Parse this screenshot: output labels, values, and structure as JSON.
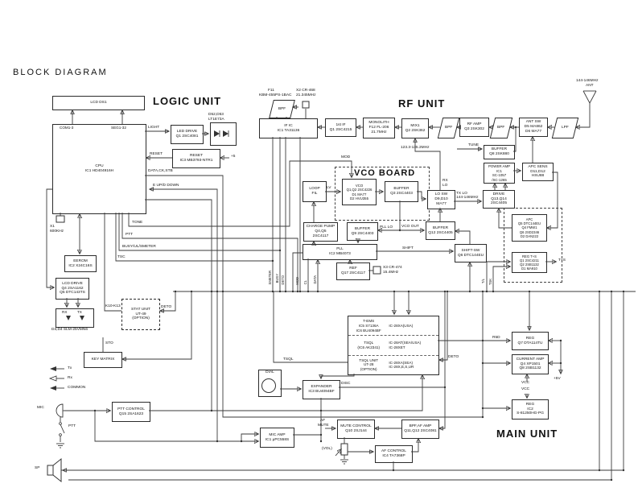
{
  "title": "BLOCK DIAGRAM",
  "sections": {
    "logic": "LOGIC UNIT",
    "rf": "RF UNIT",
    "vco": "VCO BOARD",
    "main": "MAIN UNIT"
  },
  "blocks": {
    "lcd": {
      "t": "LCD DS1"
    },
    "cpu": {
      "t": "CPU",
      "s": "IC1 HD404916H",
      "com": "COM1-3",
      "seg": "SEG1-32"
    },
    "led_drive": {
      "t": "LED DRIVE",
      "s": "Q1 2SC4081"
    },
    "reset": {
      "t": "RESET",
      "s": "IC3 MB3793-NTR1"
    },
    "eerom": {
      "t": "EEROM",
      "s": "IC2 X24C16S"
    },
    "lcd_drive": {
      "t": "LCD DRIVE",
      "s": "Q4 2SA1162",
      "s2": "Q5 DTC143TS"
    },
    "rxtx": {
      "rx": "RX",
      "tx": "TX",
      "cap": "D3,D4 SLM-25VMN6"
    },
    "key_matrix": {
      "t": "KEY MATRIX"
    },
    "stat": {
      "t": "STAT UNIT",
      "s": "UT-49",
      "s2": "(OPTION)"
    },
    "ptt_ctl": {
      "t": "PTT CONTROL",
      "s": "Q15 2SA1623"
    },
    "bpf1": {
      "t": "BPF"
    },
    "bpf2": {
      "t": "BPF"
    },
    "bpf3": {
      "t": "BPF"
    },
    "lpf": {
      "t": "LPF"
    },
    "if_ic": {
      "t": "IF IC",
      "s": "IC1 TA31136"
    },
    "first_if": {
      "t": "1st IF",
      "s": "Q1 2SC4215"
    },
    "monolith": {
      "t": "MONOLITH",
      "s": "F12 FL-206",
      "s2": "21.7MHz"
    },
    "mix1": {
      "t": "MIX1",
      "s": "Q2 2SK362"
    },
    "rf_amp": {
      "t": "RF AMP",
      "s": "Q3 2SK302"
    },
    "ant_sw": {
      "t": "ANT SW",
      "s": "D5 MA862",
      "s2": "D6 MA77"
    },
    "buf_q8": {
      "t": "BUFFER",
      "s": "Q8 2SK880"
    },
    "power_amp": {
      "t": "POWER AMP",
      "s": "IC1",
      "s2": "SC-1057",
      "s3": "/SC-1265"
    },
    "apc_sens": {
      "t": "APC SENS",
      "s": "D11,D12",
      "s2": "HSU88"
    },
    "drive": {
      "t": "DRIVE",
      "s": "Q13,Q14",
      "s2": "2SC4405"
    },
    "apc": {
      "t": "APC",
      "s": "Q5 DTC144EU",
      "s2": "Q4 FMW1",
      "s3": "Q6 2SD2346",
      "s4": "D2 DAN222"
    },
    "reg_ts": {
      "t": "REG T+S",
      "s": "Q1 2SC4211",
      "s2": "Q2 2SB1132",
      "s3": "D1 MA910"
    },
    "loop_fil": {
      "t": "LOOP",
      "s": "FIL"
    },
    "vco": {
      "t": "VCO",
      "s": "Q1,Q2 2SC4226",
      "s2": "D1 MA77",
      "s3": "D2 HVU355"
    },
    "buf_q3": {
      "t": "BUFFER",
      "s": "Q3 2SC4403"
    },
    "lo_sw": {
      "t": "LO SW",
      "s": "D9,D10",
      "s2": "MA77"
    },
    "charge_pump": {
      "t": "CHARGE PUMP",
      "s": "Q4,Q5",
      "s2": "2SC4117"
    },
    "buf_q9": {
      "t": "BUFFER",
      "s": "Q9 2SC4403"
    },
    "buf_q12": {
      "t": "BUFFER",
      "s": "Q12 2SC4405"
    },
    "pll": {
      "t": "PLL",
      "s": "IC2 MB4073"
    },
    "ref": {
      "t": "REF",
      "s": "Q17 2SC4117"
    },
    "x3": {
      "a": "X3 CR-474",
      "b": "15.4MHz"
    },
    "shift_sw": {
      "t": "SHIFT-SW",
      "s": "Q6 DTC144EU"
    },
    "tems": {
      "r1l1": "T-EMS",
      "r1l2": "IC5 S7136A",
      "r1l3": "IC6 BU4094BF",
      "r1r": "IC-28XA(USA)",
      "r2l1": "TSQL",
      "r2l2": "(IC6 AK2341)",
      "r2r1": "IC-28AT(SEA/USA)",
      "r2r2": "IC-28XET",
      "r3l1": "TSQL UNIT",
      "r3l2": "UT-28",
      "r3l3": "(OPTION)",
      "r3r1": "IC-28XA(SEA)",
      "r3r2": "IC-28X,E,S,UR"
    },
    "expander": {
      "t": "EXPANDER",
      "s": "IC3 BU4094BF"
    },
    "mic_amp": {
      "t": "MIC AMP",
      "s": "IC1 μPC558S"
    },
    "mute_ctl": {
      "t": "MUTE CONTROL",
      "s": "Q10 2SJ144"
    },
    "bpf_af": {
      "t": "BPF,AF AMP",
      "s": "Q11,Q12 2SC4081"
    },
    "af_ctl": {
      "t": "AF CONTROL",
      "s": "IC4 TA7368P"
    },
    "reg_q7": {
      "t": "REG",
      "s": "Q7 DTA114TU"
    },
    "cur_amp": {
      "t": "CURRENT AMP",
      "s": "Q4 XP1501",
      "s2": "Q8 2SB1132"
    },
    "reg_ic2": {
      "t": "REG",
      "s": "IC2",
      "s2": "S-81250HG-PG"
    }
  },
  "labels": {
    "light": "LIGHT",
    "reset": "RESET",
    "data_ck_stb": "DATA,CK,STB",
    "e_updown": "E UP/D DOWN",
    "plus5": "+5",
    "tone": "TONE",
    "ptt": "PTT",
    "busy": "BUSY/UL/SMETER",
    "tsc": "TSC",
    "k10": "K10-K13",
    "deto1": "DETO",
    "sto": "STO",
    "d52a": "D52,D53",
    "d52b": "LT1E73A",
    "x1a": "X1",
    "x1b": "600KHz",
    "f11a": "F11",
    "f11b": "KBM-455PS-1BAC",
    "x2a": "X2 CR-468",
    "x2b": "21.345MHz",
    "anta": "144-146MHz",
    "antb": "ANT",
    "lo_range": "123.3-135.3MHz",
    "tune": "TUNE",
    "mod": "MOD",
    "lv": "LV",
    "rx_lo1": "RX",
    "rx_lo2": "LO",
    "tx_lo1": "TX LO",
    "tx_lo2": "144-146MHz",
    "pll_lo": "PLL LO",
    "vco_out": "VCO OUT",
    "shift": "SHIFT",
    "smeter": "SMETER",
    "busy_v": "BUSY",
    "deto_v": "DETO",
    "mod_v": "MOD",
    "cl_v": "CL",
    "data_v": "DATA",
    "tl_v": "T/L",
    "tsk_v": "TSK",
    "t_s": "T+S",
    "r5d": "R5D",
    "vcc1": "VCC",
    "vcc2": "VCC",
    "p5v": "+5V",
    "deto2": "DETO",
    "disc": "DISC",
    "tsql": "TSQL",
    "af1": "AF",
    "af2": "MUTE",
    "vol": "(VOL)",
    "mic": "MIC",
    "ptt2": "PTT",
    "sp": "SP",
    "dial": "DIAL",
    "legend_tx": "Tx",
    "legend_rx": "Rx",
    "legend_common": "COMMON"
  }
}
